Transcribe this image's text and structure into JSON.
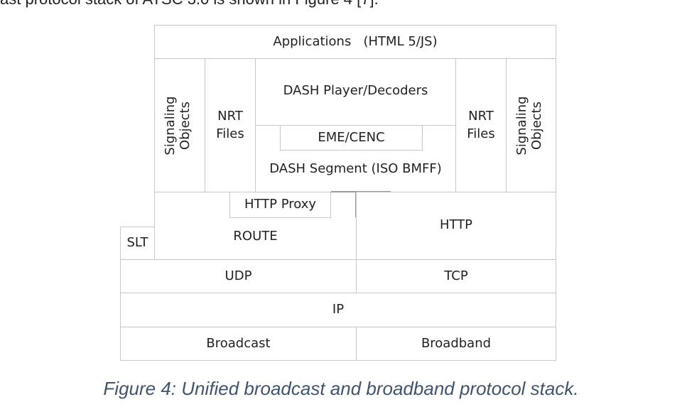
{
  "header_fragment": "ast protocol stack of ATSC 3.0 is shown in Figure 4 [7].",
  "diagram": {
    "applications": "Applications   (HTML 5/JS)",
    "signaling_left": "Signaling\nObjects",
    "nrt_left": "NRT\nFiles",
    "dash_player": "DASH Player/Decoders",
    "eme_cenc": "EME/CENC",
    "dash_segment": "DASH Segment (ISO BMFF)",
    "nrt_right": "NRT\nFiles",
    "signaling_right": "Signaling\nObjects",
    "http_proxy": "HTTP Proxy",
    "route": "ROUTE",
    "http": "HTTP",
    "slt": "SLT",
    "udp": "UDP",
    "tcp": "TCP",
    "ip": "IP",
    "broadcast": "Broadcast",
    "broadband": "Broadband"
  },
  "caption": "Figure 4: Unified broadcast and broadband protocol stack."
}
